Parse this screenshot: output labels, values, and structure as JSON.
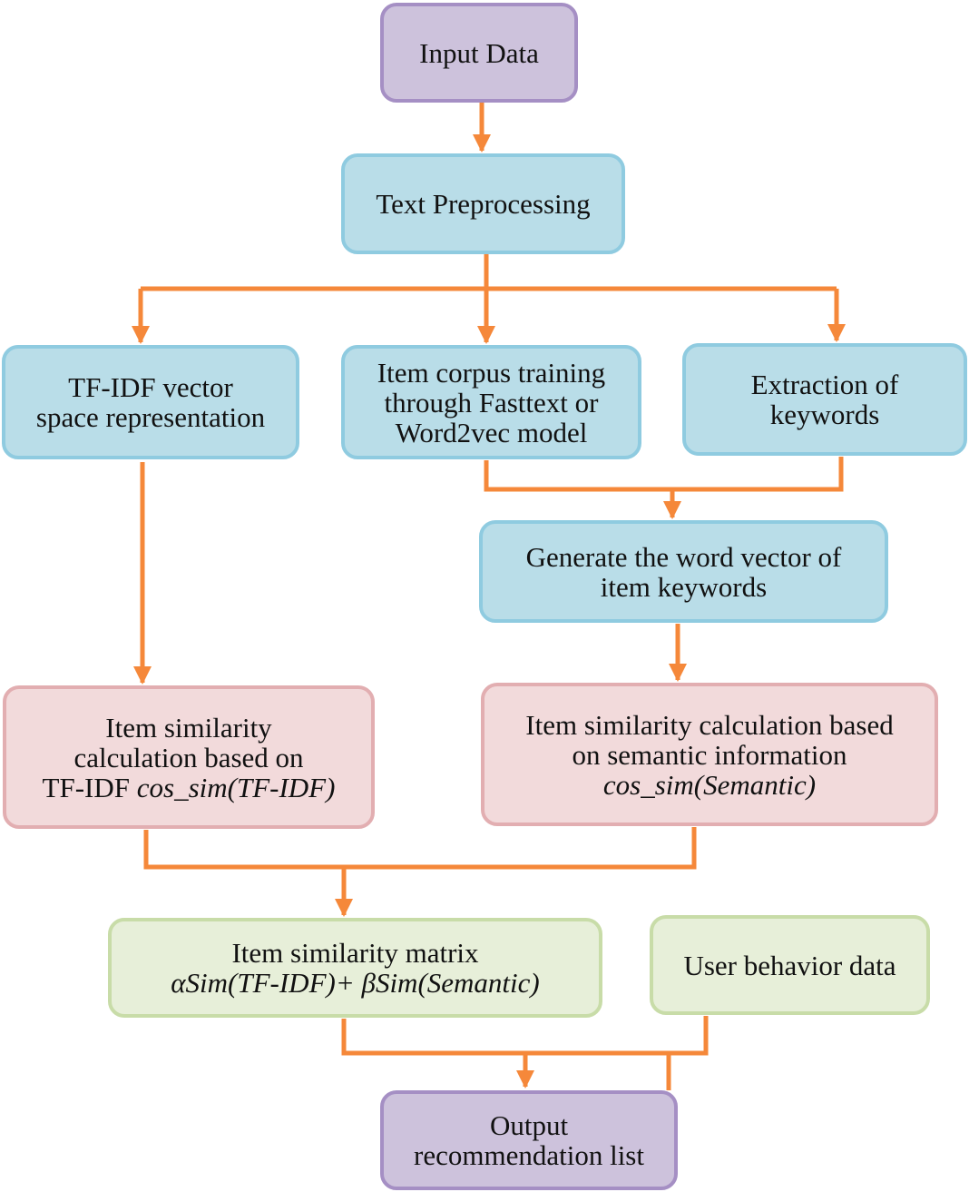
{
  "colors": {
    "arrow": "#f5883a",
    "purple_fill": "#cdc2dc",
    "blue_fill": "#b9dde8",
    "pink_fill": "#f2dadb",
    "green_fill": "#e7efd9"
  },
  "nodes": {
    "input": {
      "line1": "Input Data"
    },
    "preprocess": {
      "line1": "Text Preprocessing"
    },
    "tfidf": {
      "line1": "TF-IDF vector",
      "line2": "space representation"
    },
    "corpus": {
      "line1": "Item corpus training",
      "line2": "through Fasttext or",
      "line3": "Word2vec model"
    },
    "keywords": {
      "line1": "Extraction of",
      "line2": "keywords"
    },
    "wordvec": {
      "line1": "Generate the word vector of",
      "line2": "item keywords"
    },
    "sim_tfidf": {
      "line1": "Item similarity",
      "line2": "calculation based on",
      "line3_prefix": "TF-IDF ",
      "line3_italic": "cos_sim(TF-IDF)"
    },
    "sim_semantic": {
      "line1": "Item similarity calculation based",
      "line2": "on semantic information",
      "line3_italic": "cos_sim(Semantic)"
    },
    "matrix": {
      "line1": "Item similarity matrix",
      "line2_italic": "αSim(TF-IDF)+ βSim(Semantic)"
    },
    "behavior": {
      "line1": "User behavior data"
    },
    "output": {
      "line1": "Output",
      "line2": "recommendation list"
    }
  }
}
